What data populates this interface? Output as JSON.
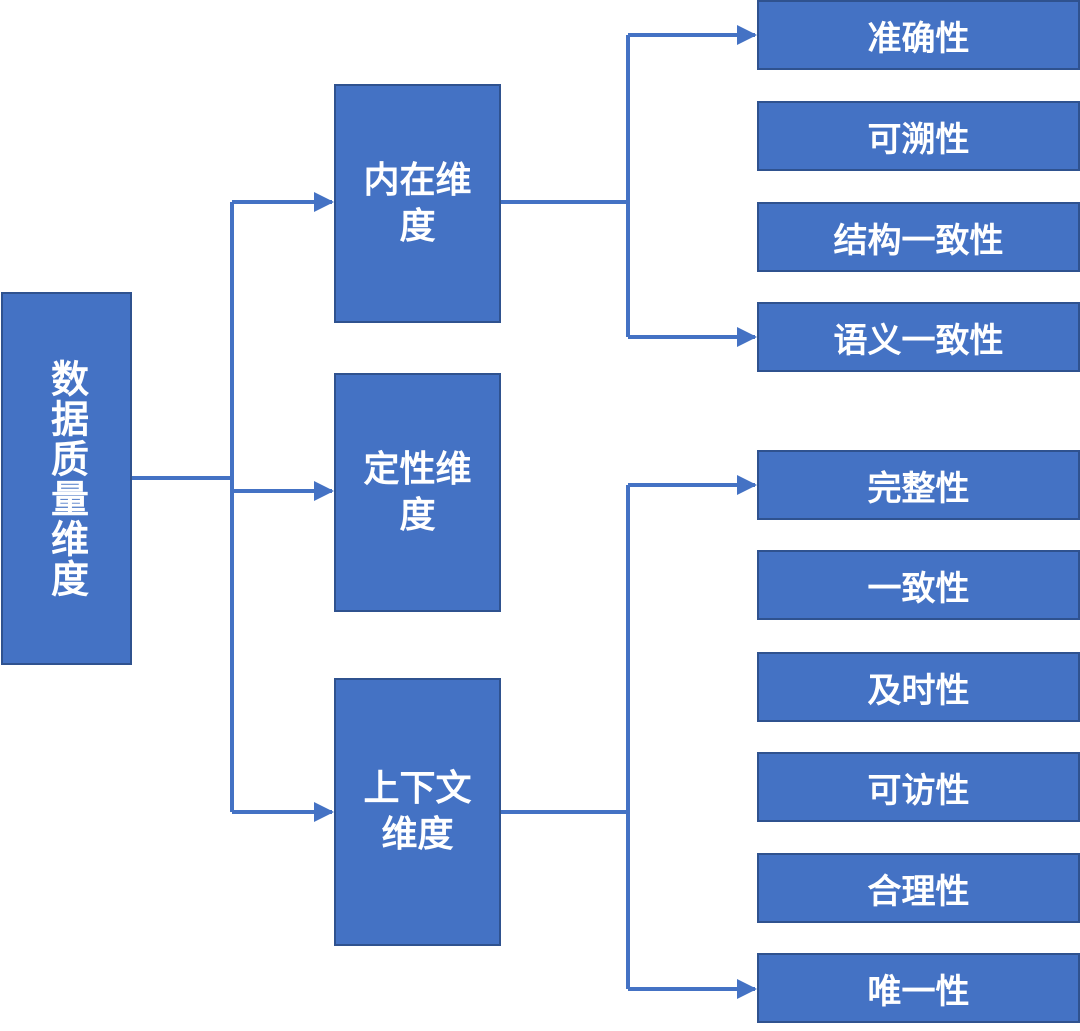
{
  "colors": {
    "box_fill": "#4472C4",
    "box_border": "#2F528F",
    "connector": "#4472C4",
    "text": "#ffffff"
  },
  "root": {
    "label": "数据质量维度"
  },
  "dimensions": [
    {
      "label": "内在维度",
      "children": [
        "准确性",
        "可溯性",
        "结构一致性",
        "语义一致性"
      ]
    },
    {
      "label": "定性维度",
      "children": []
    },
    {
      "label": "上下文维度",
      "children": [
        "完整性",
        "一致性",
        "及时性",
        "可访性",
        "合理性",
        "唯一性"
      ]
    }
  ]
}
